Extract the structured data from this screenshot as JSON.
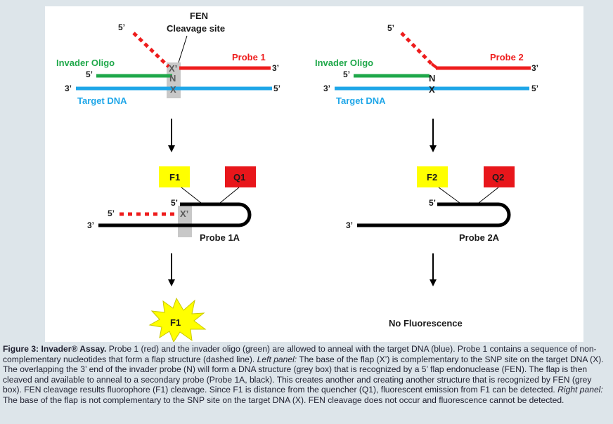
{
  "colors": {
    "probe": "#ee1c1c",
    "invader": "#1fa84a",
    "target": "#1ea6e8",
    "grey_box": "#c8c8c8",
    "fluor": "#ffff00",
    "quencher": "#e8161b",
    "caption_bg": "#dde5ea",
    "black": "#000000"
  },
  "left_panel": {
    "fen_title": "FEN",
    "fen_subtitle": "Cleavage site",
    "flap_5": "5’",
    "invader_label": "Invader Oligo",
    "invader_5": "5’",
    "target_3": "3’",
    "target_label": "Target DNA",
    "target_5": "5’",
    "probe_label": "Probe 1",
    "probe_3": "3’",
    "base_xprime": "X’",
    "base_n": "N",
    "base_x": "X",
    "fluor_label": "F1",
    "quencher_label": "Q1",
    "hairpin_flap_5": "5’",
    "hairpin_5": "5’",
    "hairpin_3": "3’",
    "hairpin_xprime": "X’",
    "hairpin_label": "Probe 1A",
    "result_label": "F1"
  },
  "right_panel": {
    "flap_5": "5’",
    "invader_label": "Invader Oligo",
    "invader_5": "5’",
    "target_3": "3’",
    "target_label": "Target DNA",
    "target_5": "5’",
    "probe_label": "Probe 2",
    "probe_3": "3’",
    "base_n": "N",
    "base_x": "X",
    "fluor_label": "F2",
    "quencher_label": "Q2",
    "hairpin_5": "5’",
    "hairpin_3": "3’",
    "hairpin_label": "Probe 2A",
    "result_label": "No Fluorescence"
  },
  "caption": {
    "fig_label": "Figure 3:",
    "title": "Invader® Assay.",
    "sentence_1": "Probe 1 (red) and the invader oligo (green) are allowed to anneal with the target DNA (blue). Probe 1 contains a sequence of non-complementary nucleotides that form a flap structure (dashed line).",
    "left_heading": "Left panel:",
    "left_text": "The base of the flap (X’) is complementary to the SNP site on the target DNA (X). The overlapping the 3’ end of the invader probe (N) will form a DNA structure (grey box) that is recognized by a 5’ flap endonuclease (FEN). The flap is then cleaved and available to anneal to a secondary probe (Probe 1A, black).  This creates another and creating another structure that is recognized by FEN (grey box). FEN cleavage results fluorophore (F1) cleavage. Since F1 is distance from the quencher (Q1), fluorescent emission from F1 can be detected.",
    "right_heading": "Right panel:",
    "right_text": "The base of the flap is not complementary to the SNP site on the target DNA (X). FEN cleavage does not occur and fluorescence cannot be detected."
  }
}
